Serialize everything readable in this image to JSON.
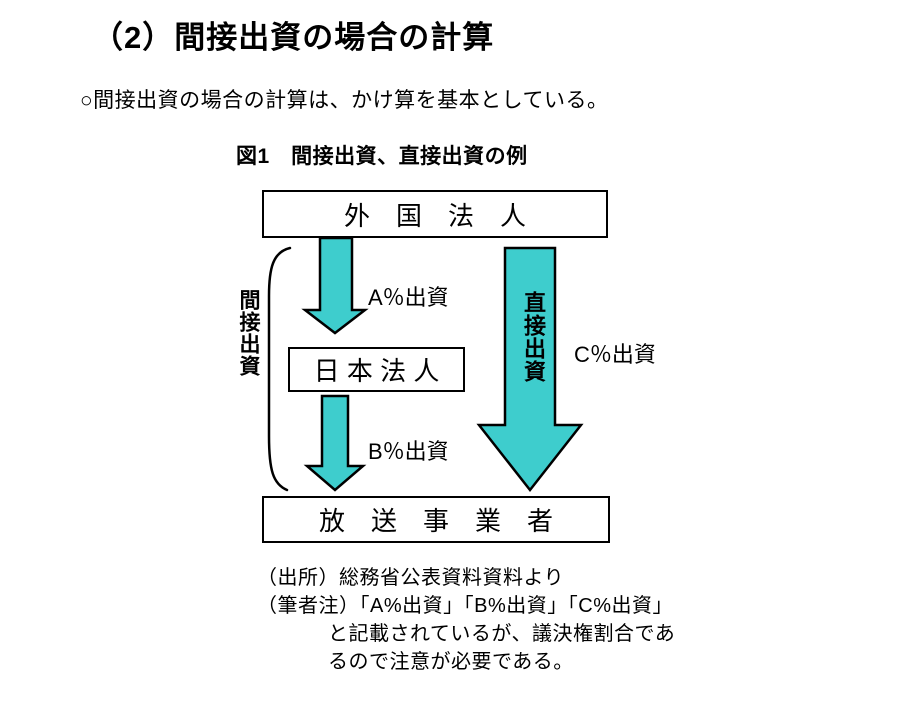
{
  "page": {
    "title": "（2）間接出資の場合の計算",
    "intro": "○間接出資の場合の計算は、かけ算を基本としている。",
    "figure": {
      "caption": "図1　間接出資、直接出資の例",
      "boxes": {
        "foreign": "外　国　法　人",
        "japan": "日 本 法 人",
        "broadcast": "放　送　事　業　者"
      },
      "labels": {
        "arrow_a": "A％出資",
        "arrow_b": "B％出資",
        "arrow_c": "C％出資",
        "indirect": "間接出資",
        "direct": "直接出資"
      },
      "notes": {
        "line1": "（出所）総務省公表資料資料より",
        "line2": "（筆者注）「A%出資」「B%出資」「C%出資」",
        "line3": "と記載されているが、議決権割合であ",
        "line4": "るので注意が必要である。"
      }
    },
    "colors": {
      "arrow_fill": "#3ECDCD",
      "outline": "#000000"
    }
  }
}
